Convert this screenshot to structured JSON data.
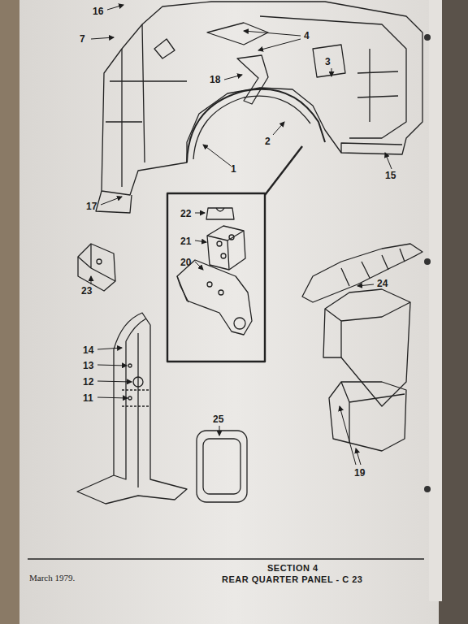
{
  "diagram": {
    "labels": [
      "16",
      "7",
      "4",
      "3",
      "18",
      "2",
      "1",
      "15",
      "17",
      "22",
      "21",
      "20",
      "24",
      "23",
      "14",
      "13",
      "12",
      "11",
      "25",
      "19",
      "SECTION 4",
      "REAR QUARTER PANEL - C 23",
      "March 1979."
    ]
  }
}
